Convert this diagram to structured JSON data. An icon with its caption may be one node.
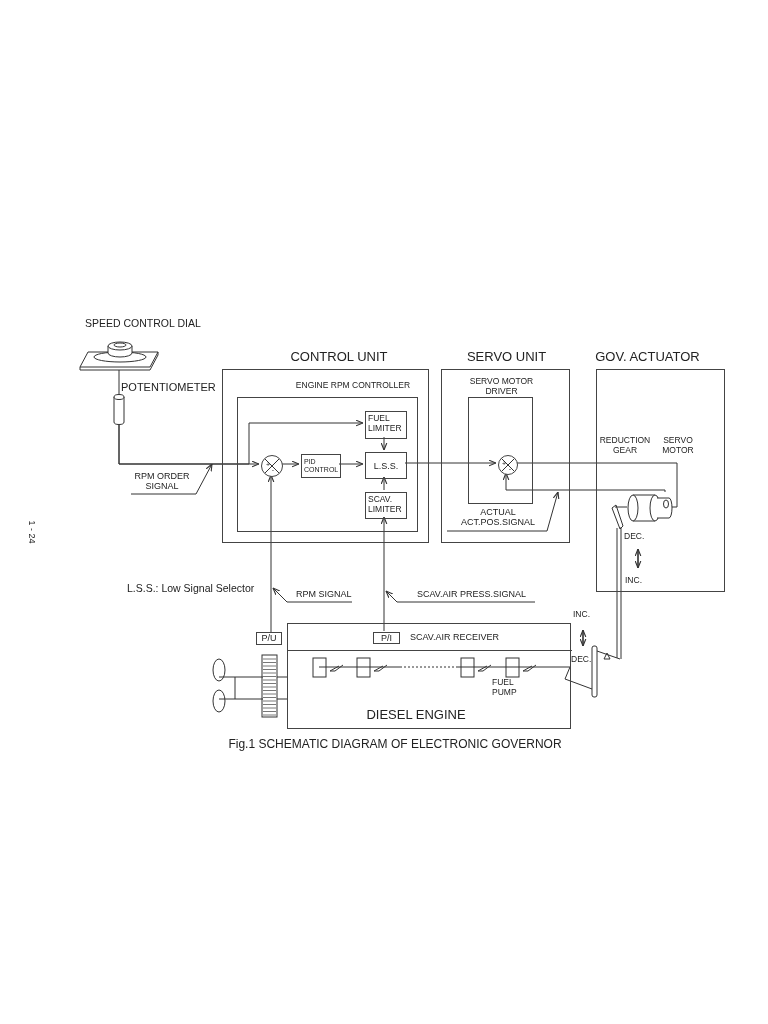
{
  "diagram": {
    "caption": "Fig.1 SCHEMATIC DIAGRAM OF ELECTRONIC GOVERNOR",
    "nodes": [
      {
        "text": [
          "CONTROL UNIT"
        ]
      },
      {
        "text": [
          "ENGINE RPM CONTROLLER"
        ],
        "in": 0
      },
      {
        "text": [
          "FUEL LIMITER"
        ],
        "in": 1
      },
      {
        "text": [
          "+",
          "-"
        ],
        "in": 1
      },
      {
        "text": [
          "PID CONTROL"
        ],
        "in": 1
      },
      {
        "text": [
          "L.S.S."
        ],
        "in": 1
      },
      {
        "text": [
          "SCAV. LIMITER"
        ],
        "in": 1
      },
      {
        "text": [
          "SERVO UNIT"
        ]
      },
      {
        "text": [
          "SERVO MOTOR DRIVER"
        ],
        "in": 7
      },
      {
        "text": [
          "+",
          "-"
        ],
        "in": 8
      },
      {
        "text": [
          "ACTUAL ACT.POS.SIGNAL"
        ],
        "in": 7
      },
      {
        "text": [
          "GOV. ACTUATOR"
        ]
      },
      {
        "text": [],
        "shape": "cylinder",
        "in": 11
      },
      {
        "text": [],
        "shape": "picture",
        "beside": [
          "SPEED CONTROL DIAL"
        ]
      },
      {
        "text": [],
        "shape": "cylinder",
        "beside": [
          "POTENTIOMETER"
        ]
      },
      {
        "text": [
          "RPM ORDER SIGNAL"
        ]
      },
      {
        "text": [
          "RPM SIGNAL"
        ]
      },
      {
        "text": [
          "SCAV.AIR PRESS.SIGNAL"
        ]
      },
      {
        "text": [
          "P/U"
        ]
      },
      {
        "text": [
          "DIESEL ENGINE"
        ]
      },
      {
        "text": [
          "SCAV.AIR RECEIVER"
        ],
        "in": 19
      },
      {
        "text": [
          "P/I"
        ],
        "in": 20
      }
    ],
    "edges": [
      {
        "from": 13,
        "to": 14,
        "arrow": "none"
      },
      {
        "from": 14,
        "to": 3,
        "arrow": "to"
      },
      {
        "from": 14,
        "to": 2,
        "arrow": "to"
      },
      {
        "from": 3,
        "to": 4,
        "arrow": "to"
      },
      {
        "from": 4,
        "to": 5,
        "arrow": "to"
      },
      {
        "from": 2,
        "to": 5,
        "arrow": "to"
      },
      {
        "from": 6,
        "to": 5,
        "arrow": "to"
      },
      {
        "from": 5,
        "to": 9,
        "arrow": "to"
      },
      {
        "from": 9,
        "to": 12,
        "arrow": "none"
      },
      {
        "from": 12,
        "to": 9,
        "arrow": "to"
      },
      {
        "from": 18,
        "to": 3,
        "arrow": "to"
      },
      {
        "from": 21,
        "to": 6,
        "arrow": "to"
      },
      {
        "from": 15,
        "to": null,
        "arrow": "to"
      },
      {
        "from": 10,
        "to": null,
        "arrow": "to"
      },
      {
        "from": 16,
        "to": null,
        "arrow": "to"
      },
      {
        "from": 17,
        "to": null,
        "arrow": "to"
      }
    ],
    "labels": [
      "REDUCTION GEAR",
      "SERVO MOTOR",
      "DEC.",
      "INC.",
      "L.S.S.: Low Signal Selector",
      "INC.",
      "DEC.",
      "FUEL PUMP",
      "1 - 24"
    ]
  }
}
